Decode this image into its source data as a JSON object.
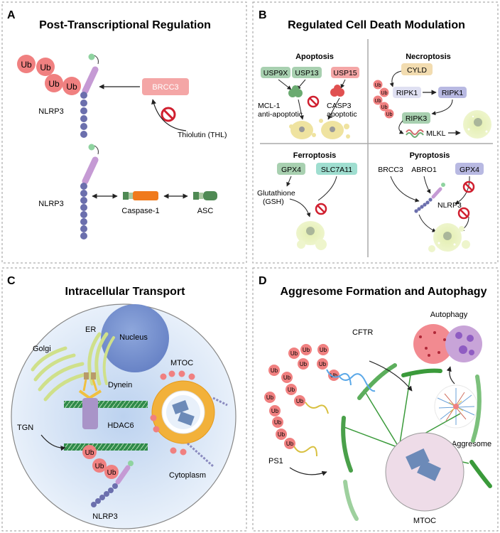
{
  "panelA": {
    "letter": "A",
    "title": "Post-Transcriptional Regulation",
    "ub": [
      "Ub",
      "Ub",
      "Ub",
      "Ub"
    ],
    "nlrp3_top": "NLRP3",
    "brcc3": "BRCC3",
    "thiolutin": "Thiolutin (THL)",
    "nlrp3_bottom": "NLRP3",
    "caspase": "Caspase-1",
    "asc": "ASC"
  },
  "panelB": {
    "letter": "B",
    "title": "Regulated Cell Death Modulation",
    "apoptosis": {
      "title": "Apoptosis",
      "usp9x": "USP9X",
      "usp13": "USP13",
      "usp15": "USP15",
      "mcl1_line1": "MCL-1",
      "mcl1_line2": "anti-apoptotic",
      "casp3_line1": "CASP3",
      "casp3_line2": "apoptotic"
    },
    "necroptosis": {
      "title": "Necroptosis",
      "cyld": "CYLD",
      "ub": [
        "Ub",
        "Ub",
        "Ub",
        "Ub",
        "Ub"
      ],
      "ripk1a": "RIPK1",
      "ripk1b": "RIPK1",
      "ripk3": "RIPK3",
      "mlkl": "MLKL"
    },
    "ferroptosis": {
      "title": "Ferroptosis",
      "gpx4": "GPX4",
      "slc7a11": "SLC7A11",
      "gsh_line1": "Glutathione",
      "gsh_line2": "(GSH)"
    },
    "pyroptosis": {
      "title": "Pyroptosis",
      "brcc3": "BRCC3",
      "abro1": "ABRO1",
      "gpx4": "GPX4",
      "nlrp3": "NLRP3"
    }
  },
  "panelC": {
    "letter": "C",
    "title": "Intracellular Transport",
    "er": "ER",
    "nucleus": "Nucleus",
    "golgi": "Golgi",
    "dynein": "Dynein",
    "mtoc": "MTOC",
    "tgn": "TGN",
    "hdac6": "HDAC6",
    "ub": [
      "Ub",
      "Ub",
      "Ub"
    ],
    "nlrp3": "NLRP3",
    "cytoplasm": "Cytoplasm"
  },
  "panelD": {
    "letter": "D",
    "title": "Aggresome Formation and Autophagy",
    "autophagy": "Autophagy",
    "cftr": "CFTR",
    "ub": [
      "Ub",
      "Ub",
      "Ub",
      "Ub",
      "Ub",
      "Ub",
      "Ub",
      "Ub",
      "Ub",
      "Ub",
      "Ub",
      "Ub",
      "Ub",
      "Ub",
      "Ub"
    ],
    "aggresome": "Aggresome",
    "ps1": "PS1",
    "mtoc": "MTOC"
  },
  "colors": {
    "ub": "#f08080",
    "ub_text": "#222222",
    "nlrp3_bead": "#6b6fad",
    "nlrp3_rod": "#c59ad4",
    "brcc3_box": "#f4a6a6",
    "inhibit": "#d01f2f",
    "green_box": "#a8d0b0",
    "caspase": "#f07a1c",
    "asc": "#4f8a54"
  }
}
